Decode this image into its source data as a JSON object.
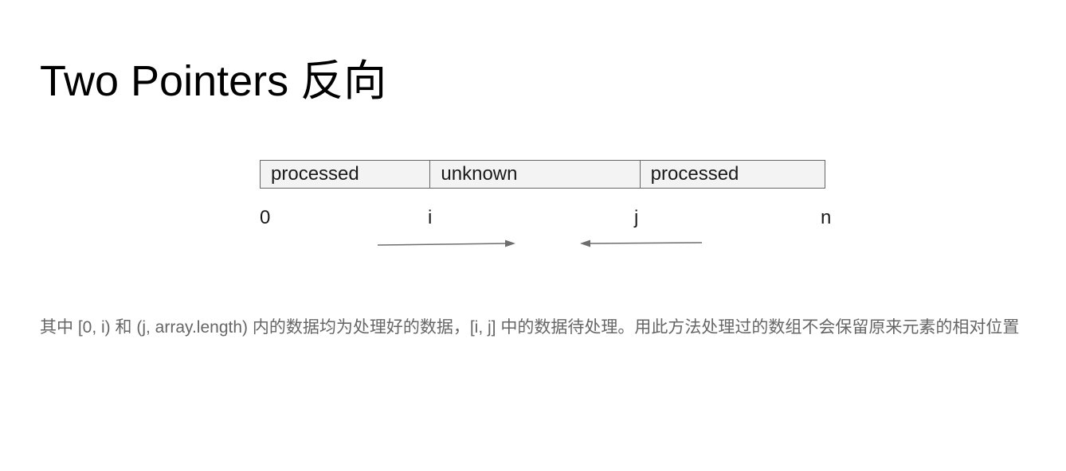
{
  "slide": {
    "title": "Two Pointers 反向"
  },
  "diagram": {
    "segments": [
      {
        "label": "processed"
      },
      {
        "label": "unknown"
      },
      {
        "label": "processed"
      }
    ],
    "indices": [
      "0",
      "i",
      "j",
      "n"
    ],
    "arrows": [
      "right",
      "left"
    ]
  },
  "caption": {
    "text": "其中 [0, i) 和 (j, array.length) 内的数据均为处理好的数据，[i, j] 中的数据待处理。用此方法处理过的数组不会保留原来元素的相对位置"
  }
}
